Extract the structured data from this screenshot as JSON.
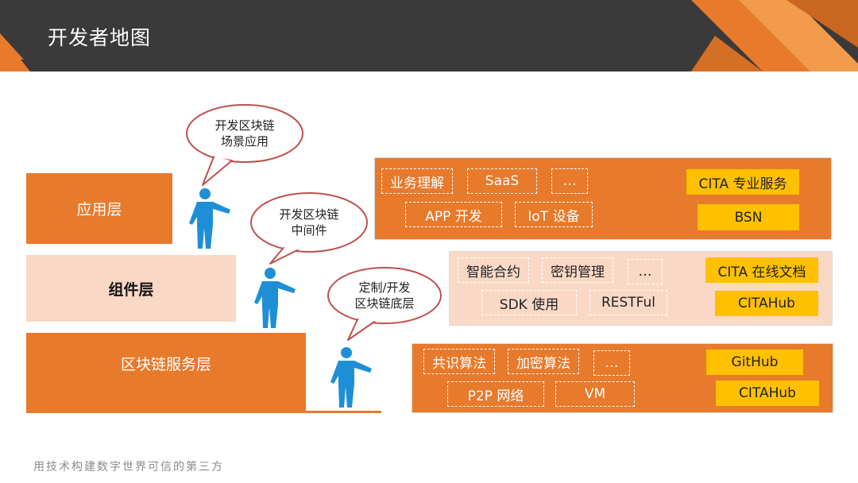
{
  "header": {
    "title": "开发者地图"
  },
  "layers": {
    "app": "应用层",
    "component": "组件层",
    "chain": "区块链服务层"
  },
  "bubbles": {
    "b1": {
      "line1": "开发区块链",
      "line2": "场景应用"
    },
    "b2": {
      "line1": "开发区块链",
      "line2": "中间件"
    },
    "b3": {
      "line1": "定制/开发",
      "line2": "区块链底层"
    }
  },
  "panels": {
    "app": {
      "chips_row1": [
        "业务理解",
        "SaaS",
        "…"
      ],
      "chips_row2": [
        "APP 开发",
        "IoT 设备"
      ],
      "services": [
        "CITA 专业服务",
        "BSN"
      ]
    },
    "component": {
      "chips_row1": [
        "智能合约",
        "密钥管理",
        "…"
      ],
      "chips_row2": [
        "SDK 使用",
        "RESTFul"
      ],
      "services": [
        "CITA 在线文档",
        "CITAHub"
      ]
    },
    "chain": {
      "chips_row1": [
        "共识算法",
        "加密算法",
        "…"
      ],
      "chips_row2": [
        "P2P 网络",
        "VM"
      ],
      "services": [
        "GitHub",
        "CITAHub"
      ]
    }
  },
  "footer": {
    "text": "用技术构建数字世界可信的第三方"
  },
  "colors": {
    "orange": "#e87a2b",
    "peach": "#f9d9c5",
    "yellow": "#ffc000",
    "blue": "#1e8fd6",
    "header": "#3a3a3a"
  }
}
